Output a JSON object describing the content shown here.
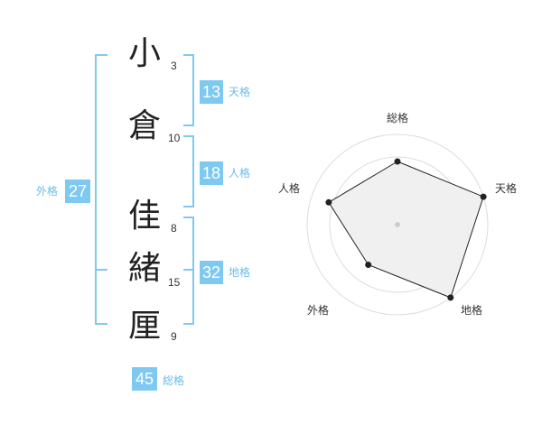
{
  "name_chars": [
    {
      "char": "小",
      "strokes": "3"
    },
    {
      "char": "倉",
      "strokes": "10"
    },
    {
      "char": "佳",
      "strokes": "8"
    },
    {
      "char": "緒",
      "strokes": "15"
    },
    {
      "char": "厘",
      "strokes": "9"
    }
  ],
  "kaku": {
    "tenkaku": {
      "value": "13",
      "label": "天格"
    },
    "jinkaku": {
      "value": "18",
      "label": "人格"
    },
    "chikaku": {
      "value": "32",
      "label": "地格"
    },
    "gaikaku": {
      "value": "27",
      "label": "外格"
    },
    "soukaku": {
      "value": "45",
      "label": "総格"
    }
  },
  "colors": {
    "accent": "#7ec9f1",
    "badge_label": "#6bbde9",
    "radar_fill": "#f0f0f0",
    "radar_line": "#222222"
  },
  "chart_data": {
    "type": "radar",
    "axes": [
      "総格",
      "天格",
      "地格",
      "外格",
      "人格"
    ],
    "values": [
      0.7,
      1.0,
      1.0,
      0.55,
      0.8
    ],
    "rings": 4,
    "range": [
      0,
      1
    ]
  }
}
